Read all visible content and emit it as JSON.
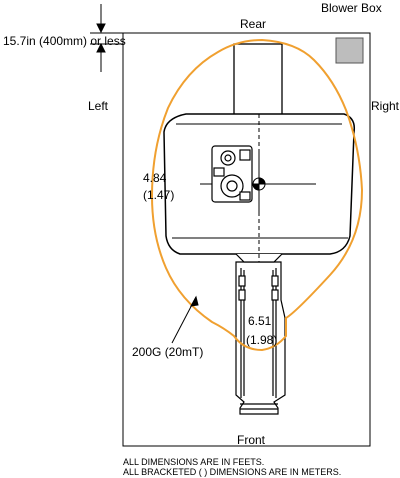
{
  "labels": {
    "rear": "Rear",
    "front": "Front",
    "left": "Left",
    "right": "Right",
    "blower_box": "Blower Box",
    "clearance": "15.7in (400mm) or less",
    "field_line": "200G (20mT)"
  },
  "dimensions": {
    "width_ft": "4.84",
    "width_m": "(1.47)",
    "length_ft": "6.51",
    "length_m": "(1.98)"
  },
  "notes": {
    "line1": "ALL DIMENSIONS ARE IN FEETS.",
    "line2": "ALL BRACKETED ( ) DIMENSIONS ARE IN METERS."
  },
  "colors": {
    "field_contour": "#f0a030",
    "blower_box": "#bdbdbd"
  }
}
